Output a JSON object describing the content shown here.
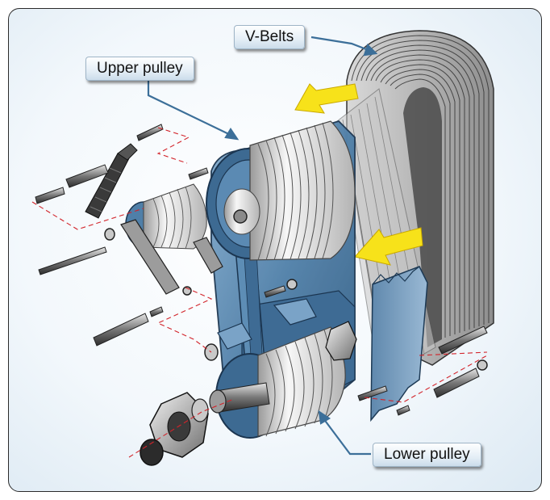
{
  "diagram": {
    "callouts": {
      "v_belts": "V-Belts",
      "upper_pulley": "Upper pulley",
      "lower_pulley": "Lower pulley"
    },
    "colors": {
      "frame_background": "#eaf2f8",
      "housing_blue": "#4f7fa8",
      "pulley_rim_white": "#f4f4f4",
      "belt_gray": "#b9b9b9",
      "arrow_yellow": "#f7e21a",
      "hidden_line_red": "#d2232a",
      "leader_blue": "#3c6f99"
    }
  }
}
